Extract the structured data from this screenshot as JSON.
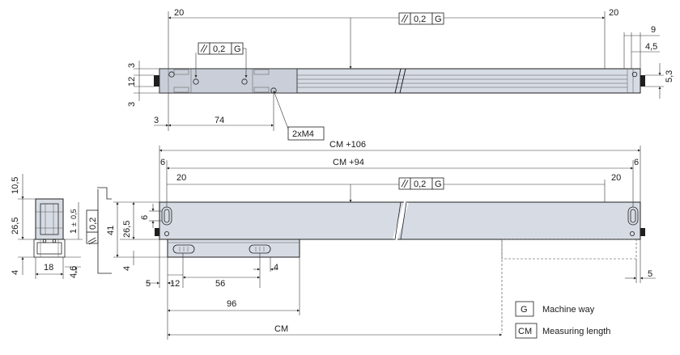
{
  "top_view": {
    "tolerance_main": "0,2",
    "datum_main": "G",
    "tolerance_small": "0,2",
    "datum_small": "G",
    "dim_left_20": "20",
    "dim_right_20": "20",
    "dim_9": "9",
    "dim_4_5": "4,5",
    "dim_5_3": "5,3",
    "dim_3_top": "3",
    "dim_12": "12",
    "dim_3_bottom": "3",
    "dim_3_left": "3",
    "dim_74": "74",
    "thread_callout": "2xM4"
  },
  "front_view": {
    "dim_cm_106": "CM +106",
    "dim_cm_94": "CM +94",
    "dim_6_left": "6",
    "dim_6_right": "6",
    "dim_20_left": "20",
    "dim_20_right": "20",
    "tolerance": "0,2",
    "datum": "G",
    "dim_6_hole": "6",
    "dim_26_5": "26,5",
    "dim_41": "41",
    "dim_4_left": "4",
    "dim_4_right": "4",
    "dim_5": "5",
    "dim_12": "12",
    "dim_56": "56",
    "dim_96": "96",
    "dim_cm": "CM",
    "dim_5_right": "5",
    "side_tolerance": "0,2"
  },
  "side_view": {
    "dim_10_5": "10,5",
    "dim_26_5": "26,5",
    "dim_4": "4",
    "dim_1_pm": "1",
    "dim_pm_sym": "±",
    "dim_0_5": "0,5",
    "dim_18": "18",
    "dim_4_6": "4,6"
  },
  "legend": {
    "g_symbol": "G",
    "g_label": "Machine way",
    "cm_symbol": "CM",
    "cm_label": "Measuring length"
  }
}
